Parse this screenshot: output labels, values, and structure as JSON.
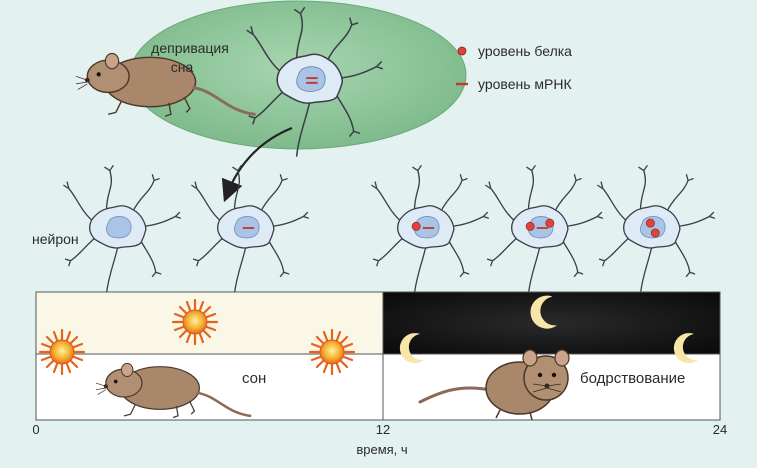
{
  "inset": {
    "label_line1": "депривация",
    "label_line2": "сна",
    "color": "#8fc59a"
  },
  "legend": {
    "protein": "уровень белка",
    "mrna": "уровень мРНК",
    "protein_color": "#e0433a",
    "mrna_color": "#c0392b"
  },
  "neurons": {
    "row_label": "нейрон",
    "cell_color": "#dfeaf7",
    "nucleus_color": "#a9c4e6",
    "items": [
      {
        "protein": 0,
        "mrna": false
      },
      {
        "protein": 0,
        "mrna": true
      },
      {
        "protein": 1,
        "mrna": true
      },
      {
        "protein": 2,
        "mrna": true
      },
      {
        "protein": 2,
        "mrna": false
      }
    ]
  },
  "timeline": {
    "sleep_label": "сон",
    "wake_label": "бодрствование",
    "ticks": [
      "0",
      "12",
      "24"
    ],
    "axis_label": "время, ч",
    "day_color": "#fbf7e6",
    "night_color": "#111111",
    "sun_color": "#f0901e",
    "moon_color": "#f7e6a8"
  },
  "icons": [
    "rat-icon",
    "sun-icon",
    "moon-icon",
    "neuron-icon",
    "arrow-icon"
  ]
}
